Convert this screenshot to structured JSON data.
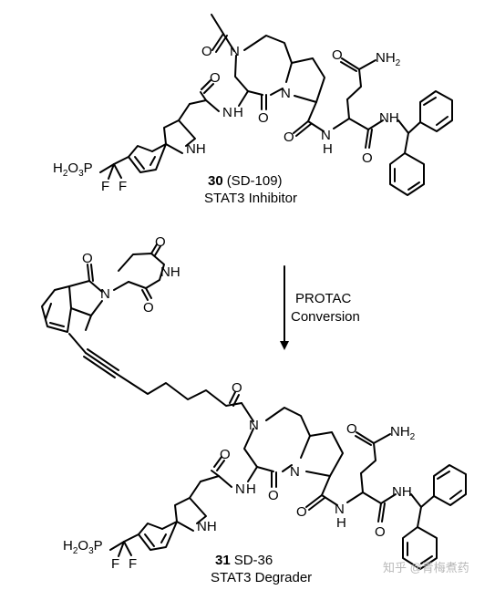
{
  "top_compound": {
    "number": "30",
    "alias": "(SD-109)",
    "role": "STAT3 Inhibitor"
  },
  "arrow": {
    "line1": "PROTAC",
    "line2": "Conversion"
  },
  "bottom_compound": {
    "number": "31",
    "alias": "SD-36",
    "role": "STAT3 Degrader"
  },
  "watermark": "知乎 @青梅煮药",
  "atom_labels": {
    "n": "N",
    "nh": "NH",
    "h": "H",
    "o": "O",
    "f": "F",
    "p": "P",
    "nh2": "NH",
    "nh2_sub": "2",
    "h2o3": "H",
    "h2o3_sub": "2",
    "o3": "O",
    "o3_sub": "3"
  }
}
